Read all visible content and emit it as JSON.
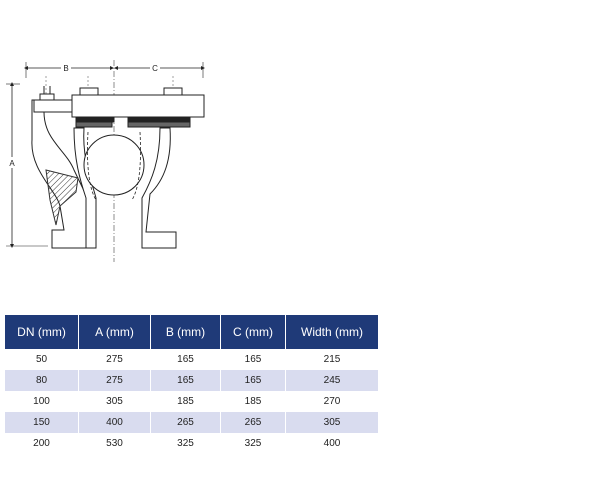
{
  "drawing": {
    "dim_labels": {
      "a": "A",
      "b": "B",
      "c": "C"
    }
  },
  "table": {
    "headers": [
      "DN (mm)",
      "A (mm)",
      "B (mm)",
      "C (mm)",
      "Width (mm)"
    ],
    "rows": [
      [
        "50",
        "275",
        "165",
        "165",
        "215"
      ],
      [
        "80",
        "275",
        "165",
        "165",
        "245"
      ],
      [
        "100",
        "305",
        "185",
        "185",
        "270"
      ],
      [
        "150",
        "400",
        "265",
        "265",
        "305"
      ],
      [
        "200",
        "530",
        "325",
        "325",
        "400"
      ]
    ]
  }
}
